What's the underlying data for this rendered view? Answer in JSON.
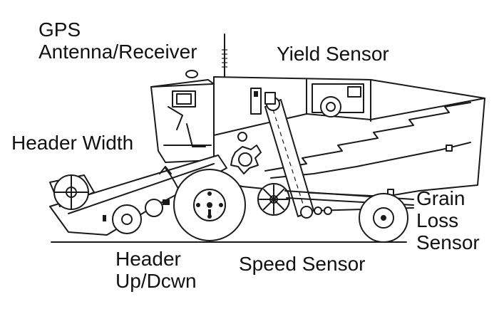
{
  "labels": {
    "gps": [
      "GPS",
      "Antenna/Receiver"
    ],
    "yield": "Yield Sensor",
    "header_width": "Header Width",
    "grain_loss": [
      "Grain",
      "Loss",
      "Sensor"
    ],
    "header_updown": [
      "Header",
      "Up/Dcwn"
    ],
    "speed": "Speed Sensor"
  },
  "colors": {
    "ink": "#1a1a1a",
    "background": "#ffffff"
  }
}
